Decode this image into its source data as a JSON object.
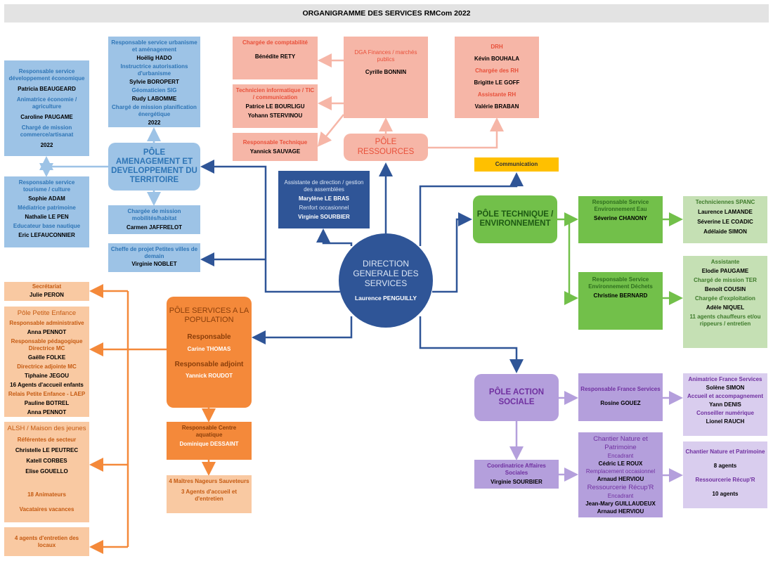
{
  "title": "ORGANIGRAMME DES SERVICES RMCom 2022",
  "direction": {
    "title": "DIRECTION GENERALE DES SERVICES",
    "name": "Laurence PENGUILLY"
  },
  "assistante_direction": {
    "role": "Assistante de direction / gestion des assemblées",
    "name": "Marylène LE BRAS",
    "role2": "Renfort occasionnel",
    "name2": "Virginie SOURBIER"
  },
  "communication": "Communication",
  "amenagement": {
    "pole": "PÔLE AMENAGEMENT ET DEVELOPPEMENT DU TERRITOIRE",
    "eco": {
      "r1": "Responsable service développement économique",
      "n1": "Patricia BEAUGEARD",
      "r2": "Animatrice économie / agriculture",
      "n2": "Caroline PAUGAME",
      "r3": "Chargé de mission commerce/artisanat",
      "n3": "2022"
    },
    "urba": {
      "r1": "Responsable service urbanisme et aménagement",
      "n1": "Hoëlig HADO",
      "r2": "Instructrice autorisations d'urbanisme",
      "n2": "Sylvie BOROPERT",
      "r3": "Géomaticien SIG",
      "n3": "Rudy LABOMME",
      "r4": "Chargé de mission planification énergétique",
      "n4": "2022"
    },
    "tourisme": {
      "r1": "Responsable service tourisme / culture",
      "n1": "Sophie ADAM",
      "r2": "Médiatrice patrimoine",
      "n2": "Nathalie LE PEN",
      "r3": "Educateur base nautique",
      "n3": "Eric LEFAUCONNIER"
    },
    "mobilite": {
      "r1": "Chargée de mission mobilités/habitat",
      "n1": "Carmen JAFFRELOT"
    },
    "pvd": {
      "r1": "Cheffe de projet Petites villes de demain",
      "n1": "Virginie NOBLET"
    }
  },
  "ressources": {
    "pole": "PÔLE RESSOURCES",
    "compta": {
      "r1": "Chargée de comptabilité",
      "n1": "Bénédite RETY"
    },
    "tic": {
      "r1": "Technicien informatique / TIC / communication",
      "n1": "Patrice LE BOURLIGU",
      "n2": "Yohann STERVINOU"
    },
    "tech": {
      "r1": "Responsable Technique",
      "n1": "Yannick SAUVAGE"
    },
    "dga": {
      "r1": "DGA Finances / marchés publics",
      "n1": "Cyrille BONNIN"
    },
    "drh": {
      "r1": "DRH",
      "n1": "Kévin BOUHALA",
      "r2": "Chargée des RH",
      "n2": "Brigitte LE GOFF",
      "r3": "Assistante RH",
      "n3": "Valérie BRABAN"
    }
  },
  "technique": {
    "pole": "PÔLE TECHNIQUE / ENVIRONNEMENT",
    "eau": {
      "r1": "Responsable Service Environnement Eau",
      "n1": "Séverine CHANONY"
    },
    "dechets": {
      "r1": "Responsable Service Environnement Déchets",
      "n1": "Christine BERNARD"
    },
    "spanc": {
      "r1": "Techniciennes SPANC",
      "n1": "Laurence LAMANDE",
      "n2": "Séverine LE COADIC",
      "n3": "Adélaide SIMON"
    },
    "equipe": {
      "r1": "Assistante",
      "n1": "Elodie PAUGAME",
      "r2": "Chargé de mission TER",
      "n2": "Benoît COUSIN",
      "r3": "Chargée d'exploitation",
      "n3": "Adèle NIQUEL",
      "r4": "11 agents chauffeurs et/ou rippeurs / entretien"
    }
  },
  "population": {
    "pole": "PÔLE SERVICES A LA POPULATION",
    "resp_label": "Responsable",
    "resp": "Carine THOMAS",
    "adj_label": "Responsable adjoint",
    "adj": "Yannick ROUDOT",
    "aqua": {
      "r1": "Responsable Centre aquatique",
      "n1": "Dominique DESSAINT"
    },
    "nageurs": {
      "r1": "4 Maîtres Nageurs Sauveteurs",
      "r2": "3 Agents d'accueil et d'entretien"
    },
    "secretariat": {
      "r1": "Secrétariat",
      "n1": "Julie PERON"
    },
    "petite_enfance": {
      "h": "Pôle Petite Enfance",
      "r1": "Responsable administrative",
      "n1": "Anna PENNOT",
      "r2": "Responsable pédagogique Directrice MC",
      "n2": "Gaëlle FOLKE",
      "r3": "Directrice adjointe MC",
      "n3": "Tiphaine JEGOU",
      "n4": "16 Agents d'accueil enfants",
      "r5": "Relais Petite Enfance - LAEP",
      "n5": "Pauline BOTREL",
      "n6": "Anna PENNOT"
    },
    "alsh": {
      "h": "ALSH / Maison des jeunes",
      "r1": "Référentes de secteur",
      "n1": "Christelle LE PEUTREC",
      "n2": "Katell CORBES",
      "n3": "Elise GOUELLO",
      "r4": "18 Animateurs",
      "r5": "Vacataires vacances"
    },
    "entretien": {
      "r1": "4 agents d'entretien des locaux"
    }
  },
  "social": {
    "pole": "PÔLE ACTION SOCIALE",
    "fs": {
      "r1": "Responsable France Services",
      "n1": "Rosine GOUEZ"
    },
    "fs_team": {
      "r1": "Animatrice France Services",
      "n1": "Solène SIMON",
      "r2": "Accueil et accompagnement",
      "n2": "Yann DENIS",
      "r3": "Conseiller numérique",
      "n3": "Lionel RAUCH"
    },
    "coord": {
      "r1": "Coordinatrice Affaires Sociales",
      "n1": "Virginie SOURBIER"
    },
    "chantier": {
      "h1": "Chantier Nature et Patrimoine",
      "r1": "Encadrant",
      "n1": "Cédric LE ROUX",
      "r2": "Remplacement occasionnel",
      "n2": "Arnaud HERVIOU",
      "h2": "Ressourcerie Récup'R",
      "r3": "Encadrant",
      "n3": "Jean-Mary GUILLAUDEUX",
      "n4": "Arnaud HERVIOU"
    },
    "agents": {
      "r1": "Chantier Nature et Patrimoine",
      "n1": "8 agents",
      "r2": "Ressourcerie Récup'R",
      "n2": "10 agents"
    }
  },
  "colors": {
    "blue_dark": "#2f5597",
    "blue_light": "#9dc3e6",
    "salmon": "#f6b6a7",
    "green": "#72c04a",
    "orange": "#f4893a",
    "purple": "#b49fdc",
    "yellow": "#ffc000"
  }
}
